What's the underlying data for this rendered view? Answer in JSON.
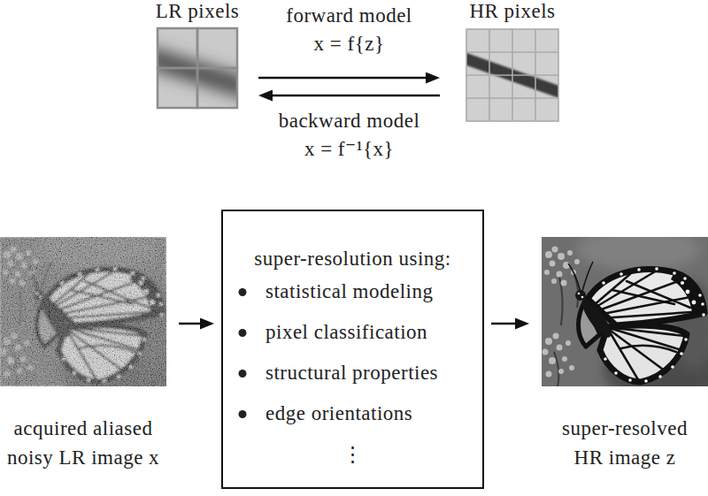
{
  "diagram": {
    "nodes": [
      {
        "text": [
          "LR pixels"
        ]
      },
      {
        "text": [
          "HR pixels"
        ]
      },
      {
        "text": [
          "acquired aliased noisy LR image x"
        ]
      },
      {
        "text": [
          "super-resolution using:",
          "statistical modeling",
          "pixel classification",
          "structural properties",
          "edge orientations",
          "⋮"
        ]
      },
      {
        "text": [
          "super-resolved HR image z"
        ]
      }
    ],
    "edges": [
      {
        "from": 0,
        "to": 1,
        "label": "forward model x = f{z}",
        "arrow": "to"
      },
      {
        "from": 1,
        "to": 0,
        "label": "backward model x = f⁻¹{x}",
        "arrow": "to"
      },
      {
        "from": 2,
        "to": 3,
        "arrow": "to"
      },
      {
        "from": 3,
        "to": 4,
        "arrow": "to"
      }
    ]
  }
}
